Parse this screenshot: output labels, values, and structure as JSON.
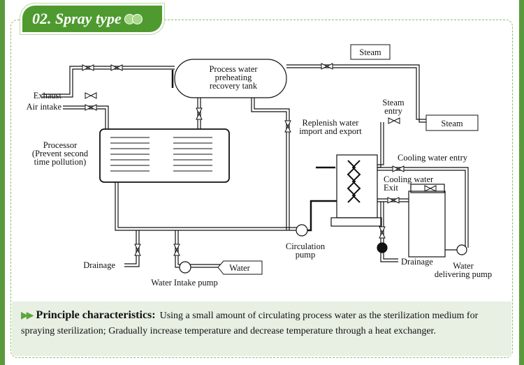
{
  "header": {
    "title": "02. Spray type",
    "icon": "double-dot-icon"
  },
  "diagram": {
    "tank": [
      "Process water",
      "preheating",
      "recovery tank"
    ],
    "processor": [
      "Processor",
      "(Prevent second",
      "time pollution)"
    ],
    "exhaust": "Exhaust",
    "air_intake": "Air intake",
    "steam_top": "Steam",
    "steam_entry": [
      "Steam",
      "entry"
    ],
    "steam_right": "Steam",
    "replenish": [
      "Replenish water",
      "import and export"
    ],
    "cooling_entry": "Cooling water entry",
    "cooling_exit": [
      "Cooling water",
      "Exit"
    ],
    "circulation_pump": [
      "Circulation",
      "pump"
    ],
    "drainage_left": "Drainage",
    "drainage_right": "Drainage",
    "water": "Water",
    "water_intake_pump": "Water Intake pump",
    "water_delivering_pump": [
      "Water",
      "delivering pump"
    ]
  },
  "principle": {
    "heading": "Principle characteristics:",
    "text": "Using a small amount of circulating process water as the sterilization medium for spraying sterilization; Gradually increase temperature and decrease temperature through a heat exchanger."
  },
  "colors": {
    "accent": "#4e9a2f",
    "footer_bg": "#e8efe3",
    "dashed_border": "#8cbf6a"
  }
}
